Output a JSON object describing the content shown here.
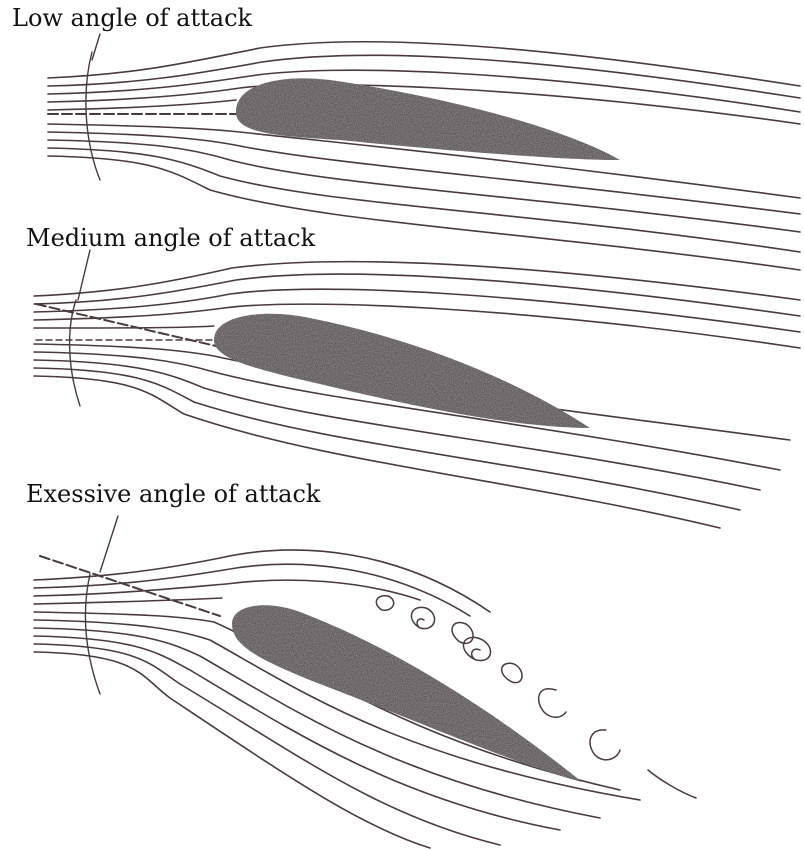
{
  "panels": [
    {
      "caption": "Low angle of attack"
    },
    {
      "caption": "Medium angle of attack"
    },
    {
      "caption": "Exessive angle of attack"
    }
  ],
  "colors": {
    "background": "#ffffff",
    "airfoil": "#3a3234",
    "streamline": "#4a3a3c",
    "text": "#111111"
  }
}
